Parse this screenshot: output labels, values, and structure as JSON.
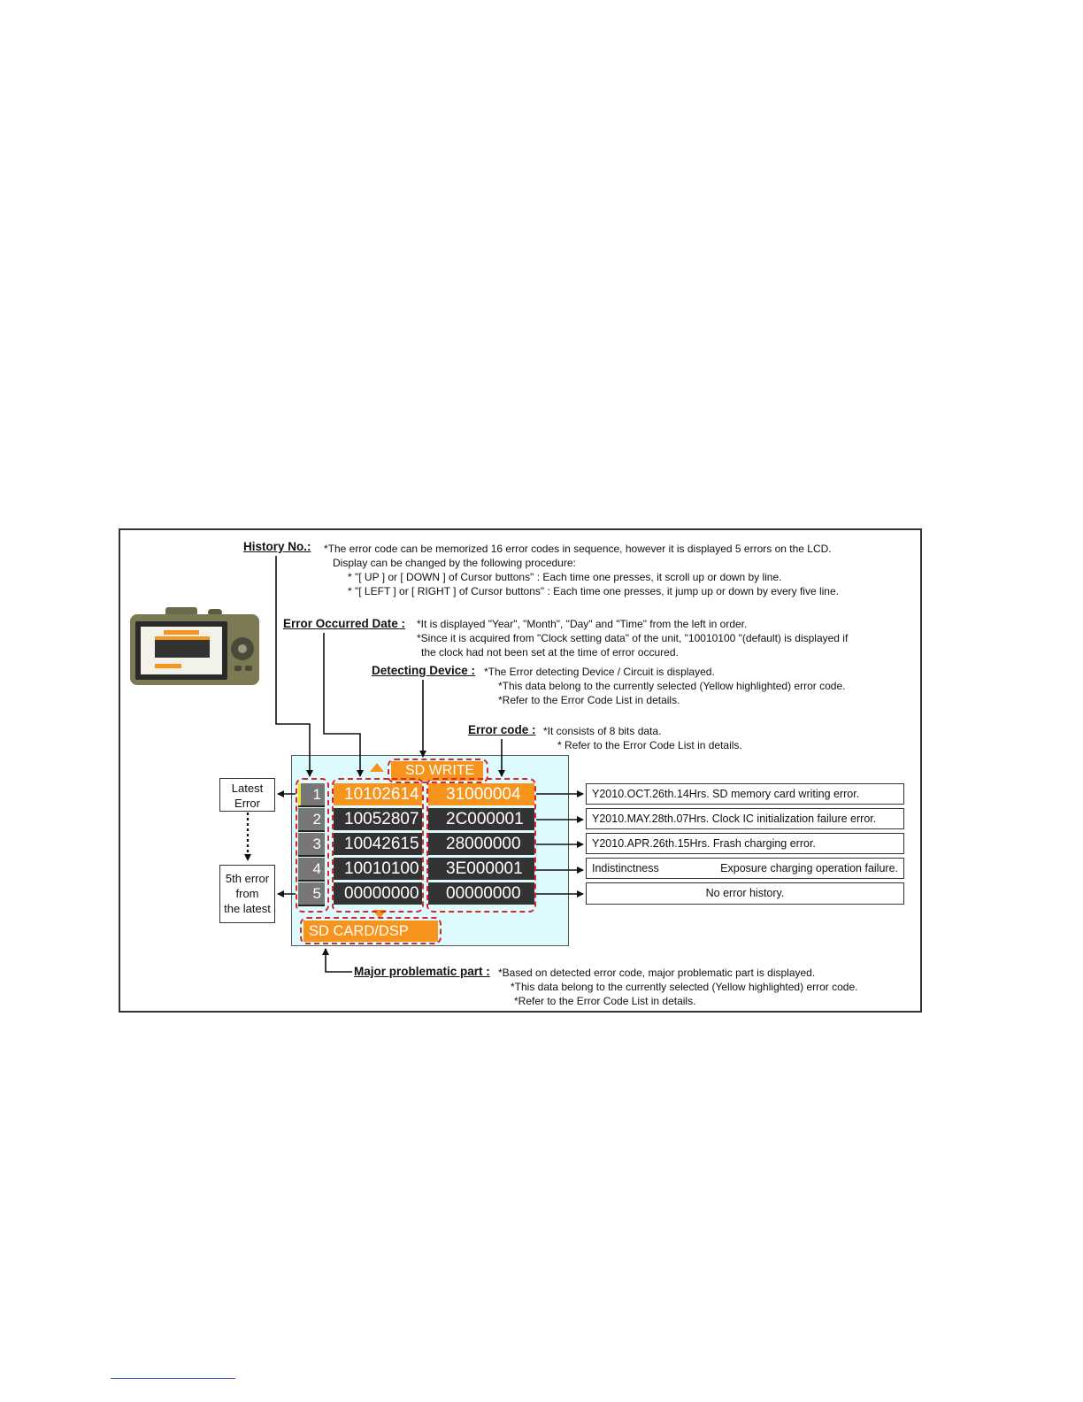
{
  "history": {
    "heading": "History No.:",
    "lines": [
      "*The error code can be memorized 16 error codes in sequence, however it is displayed 5 errors on the LCD.",
      "Display can be changed by the following procedure:",
      "* \"[ UP ] or [ DOWN ] of Cursor buttons\" : Each time one presses, it scroll up or down by line.",
      "* \"[ LEFT ] or [ RIGHT ] of Cursor buttons\" : Each time one presses, it  jump up or down by every five line."
    ]
  },
  "date": {
    "heading": "Error Occurred Date :",
    "lines": [
      "*It is displayed \"Year\", \"Month\", \"Day\" and \"Time\" from the left in order.",
      "*Since it is acquired from \"Clock setting data\" of the unit, \"10010100 \"(default) is displayed if",
      "the clock had not been set at the time of error occured."
    ]
  },
  "device": {
    "heading": "Detecting Device :",
    "lines": [
      "*The Error detecting Device / Circuit is displayed.",
      "*This data belong to the currently selected (Yellow highlighted) error code.",
      "*Refer to the Error Code List in details."
    ]
  },
  "code": {
    "heading": "Error code :",
    "lines": [
      "*It consists of 8 bits data.",
      "* Refer to the Error Code List in details."
    ]
  },
  "major": {
    "heading": "Major problematic part :",
    "lines": [
      "*Based on detected error code, major problematic part is displayed.",
      "*This data belong to the currently selected (Yellow highlighted) error code.",
      "*Refer to the Error Code List in details."
    ]
  },
  "lcd": {
    "top_label": "SD WRITE",
    "bottom_label": "SD CARD/DSP",
    "rows": [
      {
        "num": "1",
        "date": "10102614",
        "code": "31000004"
      },
      {
        "num": "2",
        "date": "10052807",
        "code": "2C000001"
      },
      {
        "num": "3",
        "date": "10042615",
        "code": "28000000"
      },
      {
        "num": "4",
        "date": "10010100",
        "code": "3E000001"
      },
      {
        "num": "5",
        "date": "00000000",
        "code": "00000000"
      }
    ]
  },
  "explanations": [
    "Y2010.OCT.26th.14Hrs.   SD memory card writing error.",
    "Y2010.MAY.28th.07Hrs.  Clock IC initialization failure error.",
    "Y2010.APR.26th.15Hrs.   Frash charging error.",
    {
      "left": "Indistinctness",
      "right": "Exposure charging operation failure."
    },
    "No error history."
  ],
  "side": {
    "latest_1": "Latest",
    "latest_2": "Error",
    "fifth_1": "5th error",
    "fifth_2": "from",
    "fifth_3": "the latest"
  }
}
